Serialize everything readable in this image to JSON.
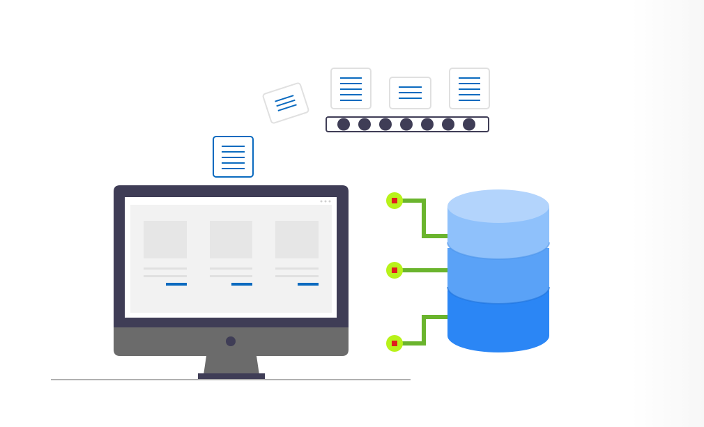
{
  "illustration": {
    "colors": {
      "monitor_frame": "#3f3d56",
      "monitor_chin": "#6b6b6b",
      "screen_bg": "#f2f2f2",
      "card_placeholder": "#e6e6e6",
      "accent_blue": "#0a6abf",
      "doc_border": "#e0e0e0",
      "conveyor_dot": "#3f3d56",
      "connector_green": "#6ab42d",
      "connector_node": "#b8f21a",
      "connector_dot": "#e01e1e",
      "db_top": "#b3d4fc",
      "db_tier1": "#8fc1fb",
      "db_tier2": "#5aa2f7",
      "db_tier3": "#2b86f5",
      "ground_line": "#b0b0b0",
      "background_fade": "#f7f7f7"
    },
    "icons": [
      "desktop-monitor-icon",
      "document-icon",
      "conveyor-belt-icon",
      "database-cylinder-icon",
      "connector-node-icon"
    ],
    "conveyor_item_count": 7,
    "monitor_cards_count": 3,
    "database_tiers": 3,
    "connector_count": 3
  }
}
